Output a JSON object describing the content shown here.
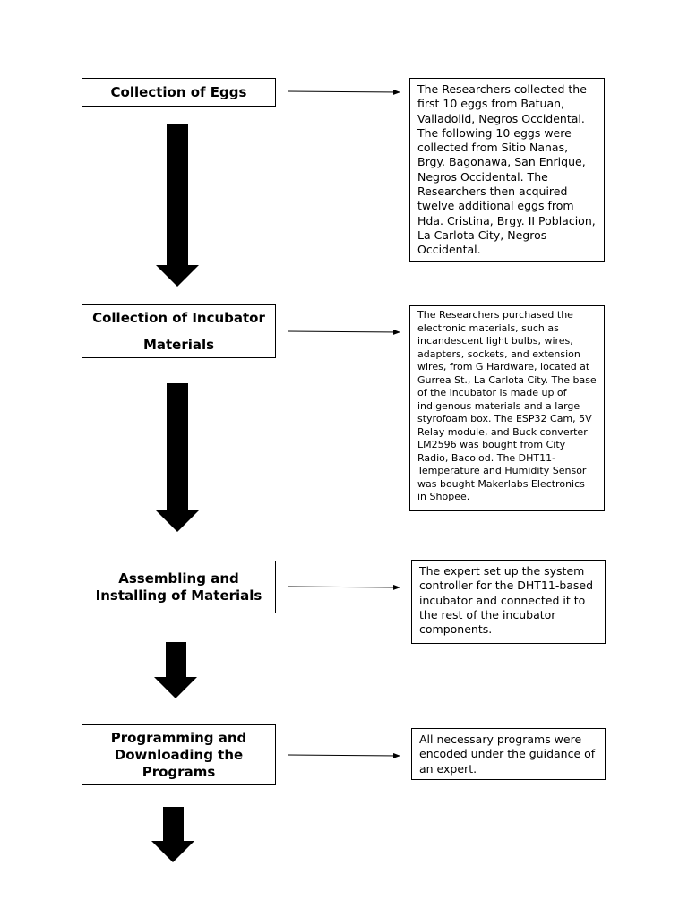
{
  "steps": [
    {
      "label": "Collection of Eggs",
      "note": "The Researchers collected the first 10 eggs from Batuan, Valladolid, Negros Occidental. The following 10 eggs were collected from Sitio Nanas, Brgy. Bagonawa, San Enrique, Negros Occidental. The Researchers then acquired twelve additional eggs from Hda. Cristina, Brgy. II Poblacion, La Carlota City, Negros Occidental."
    },
    {
      "label": "Collection of Incubator Materials",
      "note": "The Researchers purchased the electronic materials, such as incandescent light bulbs, wires, adapters, sockets, and extension wires, from G Hardware, located at Gurrea St., La Carlota City. The base of the incubator is made up of indigenous materials and a large styrofoam box. The ESP32 Cam, 5V Relay module, and Buck converter LM2596 was bought from City Radio, Bacolod. The DHT11-Temperature and Humidity Sensor was bought Makerlabs Electronics in Shopee."
    },
    {
      "label": "Assembling and Installing of Materials",
      "note": "The expert set up the system controller for the DHT11-based incubator and connected it to the rest of the incubator components."
    },
    {
      "label": "Programming and Downloading the Programs",
      "note": "All necessary programs were encoded under the guidance of an expert."
    }
  ]
}
